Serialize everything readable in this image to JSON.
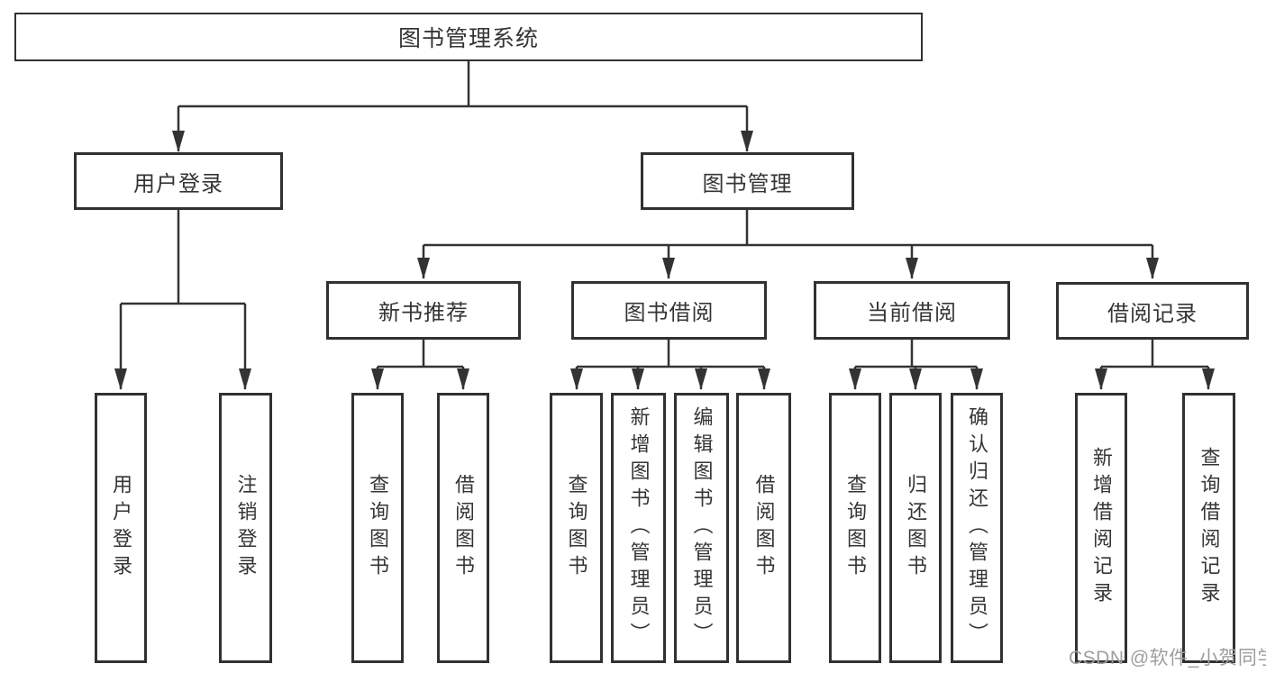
{
  "diagram": {
    "root": {
      "label": "图书管理系统"
    },
    "level1": [
      {
        "label": "用户登录"
      },
      {
        "label": "图书管理"
      }
    ],
    "level2": [
      {
        "label": "新书推荐"
      },
      {
        "label": "图书借阅"
      },
      {
        "label": "当前借阅"
      },
      {
        "label": "借阅记录"
      }
    ],
    "leaves": {
      "user_login": [
        {
          "label": "用户登录"
        },
        {
          "label": "注销登录"
        }
      ],
      "new_books": [
        {
          "label": "查询图书"
        },
        {
          "label": "借阅图书"
        }
      ],
      "book_borrow": [
        {
          "label": "查询图书"
        },
        {
          "label": "新增图书（管理员）"
        },
        {
          "label": "编辑图书（管理员）"
        },
        {
          "label": "借阅图书"
        }
      ],
      "current_borrow": [
        {
          "label": "查询图书"
        },
        {
          "label": "归还图书"
        },
        {
          "label": "确认归还（管理员）"
        }
      ],
      "borrow_records": [
        {
          "label": "新增借阅记录"
        },
        {
          "label": "查询借阅记录"
        }
      ]
    }
  },
  "watermark": {
    "text": "CSDN @软件_小贺同学"
  },
  "colors": {
    "line": "#333333",
    "border": "#313131",
    "text": "#353535",
    "watermark": "#9e9e9e",
    "background": "#ffffff"
  }
}
